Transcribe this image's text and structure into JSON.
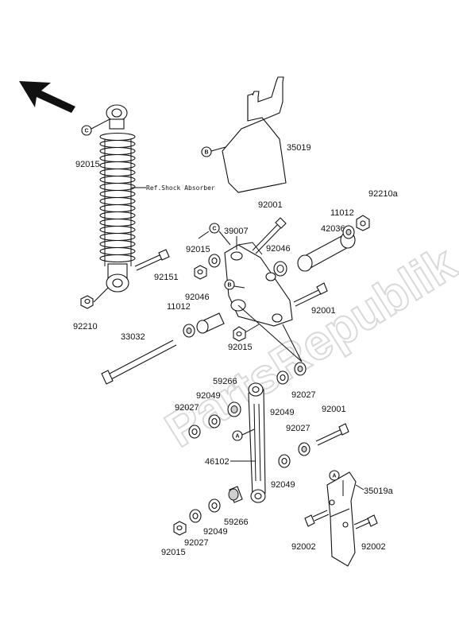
{
  "watermark": "PartsRepublik",
  "shock_note": "Ref.Shock Absorber",
  "refs": {
    "a": "A",
    "b": "B",
    "c": "C"
  },
  "labels": {
    "p92015_top": "92015",
    "p35019": "35019",
    "p92001_top": "92001",
    "p92210a": "92210a",
    "p11012_right": "11012",
    "p39007": "39007",
    "p42036": "42036",
    "p92015_mid": "92015",
    "p92046_right": "92046",
    "p92151": "92151",
    "p92046_left": "92046",
    "p11012_left": "11012",
    "p92001_mid": "92001",
    "p92210": "92210",
    "p33032": "33032",
    "p92015_low": "92015",
    "p92027_right": "92027",
    "p59266_top": "59266",
    "p92049_a": "92049",
    "p92049_b": "92049",
    "p92027_a": "92027",
    "p92001_low": "92001",
    "p92027_b": "92027",
    "p46102": "46102",
    "p35019a": "35019a",
    "p92049_c": "92049",
    "p59266_low": "59266",
    "p92049_d": "92049",
    "p92002_left": "92002",
    "p92002_right": "92002",
    "p92027_low": "92027",
    "p92015_bottom": "92015"
  }
}
